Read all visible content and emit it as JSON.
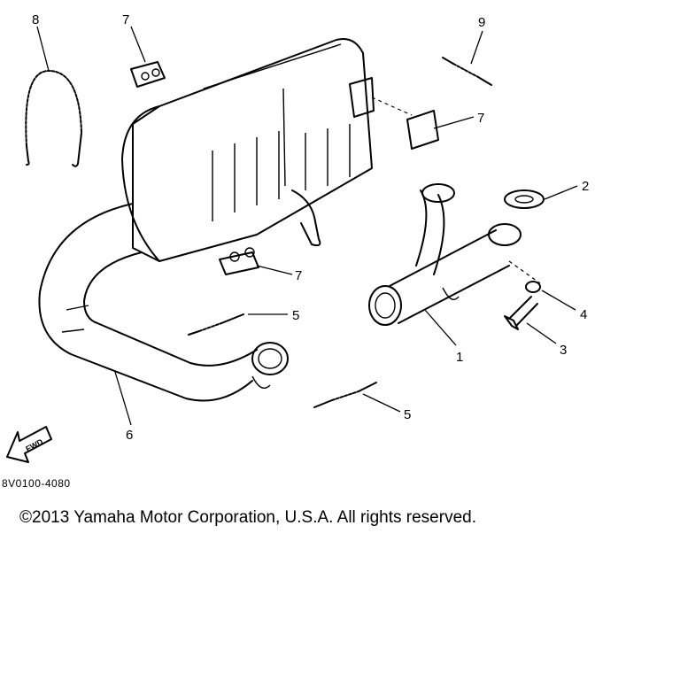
{
  "diagram": {
    "callouts": {
      "c1": "1",
      "c2": "2",
      "c3": "3",
      "c4": "4",
      "c5a": "5",
      "c5b": "5",
      "c6": "6",
      "c7a": "7",
      "c7b": "7",
      "c7c": "7",
      "c8": "8",
      "c9": "9"
    },
    "fwd_label": "FWD",
    "drawing_code": "8V0100-4080"
  },
  "footer": {
    "copyright": "©2013 Yamaha Motor Corporation, U.S.A. All rights reserved."
  }
}
